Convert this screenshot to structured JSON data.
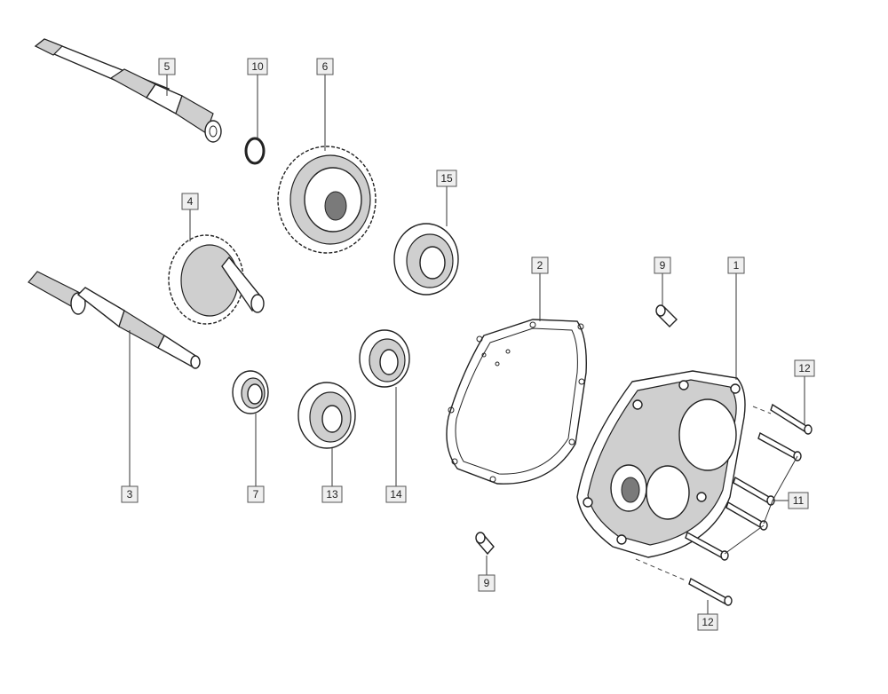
{
  "labels": {
    "l1": "1",
    "l2": "2",
    "l3": "3",
    "l4": "4",
    "l5": "5",
    "l6": "6",
    "l7": "7",
    "l9a": "9",
    "l9b": "9",
    "l10": "10",
    "l11": "11",
    "l12a": "12",
    "l12b": "12",
    "l13": "13",
    "l14": "14",
    "l15": "15"
  },
  "colors": {
    "line": "#222222",
    "label_fill": "#efefef",
    "background": "#ffffff"
  }
}
